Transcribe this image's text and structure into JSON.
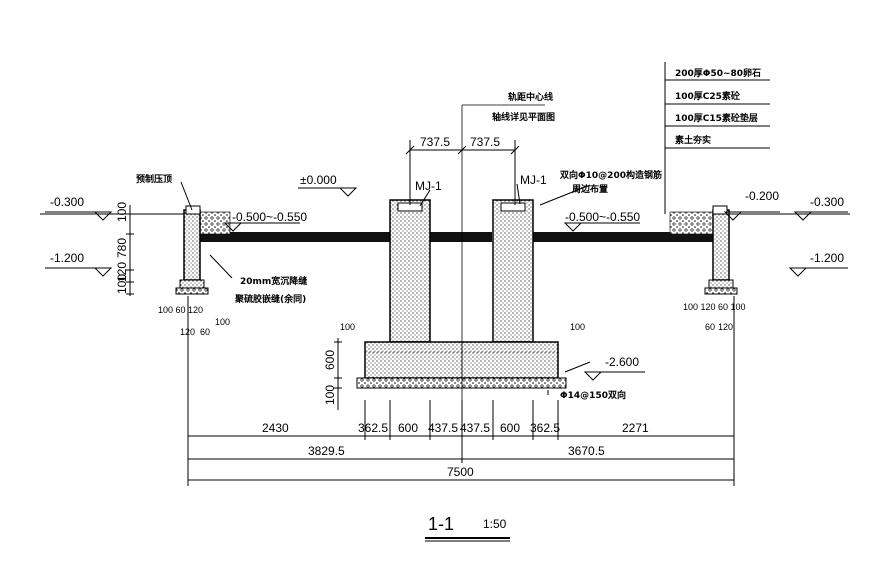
{
  "labels": {
    "track_center_line": "轨距中心线",
    "axis_see_plan": "轴线详见平面图",
    "precast_coping": "预制压顶",
    "elev_zero": "±0.000",
    "mj_left": "MJ-1",
    "mj_right": "MJ-1",
    "rebar_bidirectional": "双向Φ10@200构造钢筋",
    "rebar_around": "周边布置",
    "joint_20mm": "20mm宽沉降缝",
    "joint_seal": "聚硫胶嵌缝(余同)",
    "bottom_rebar": "Φ14@150双向",
    "slope_left": "-0.500~-0.550",
    "slope_right": "-0.500~-0.550"
  },
  "layers": [
    "200厚Φ50~80卵石",
    "100厚C25素砼",
    "100厚C15素砼垫层",
    "素土夯实"
  ],
  "elevations": {
    "left_top": "-0.300",
    "left_bottom": "-1.200",
    "right_top_inner": "-0.200",
    "right_top_outer": "-0.300",
    "right_bottom": "-1.200",
    "pit_bottom": "-2.600"
  },
  "dimensions": {
    "top_left": "737.5",
    "top_right": "737.5",
    "wall_100": "100",
    "wall_780": "780",
    "wall_120": "120",
    "wall_100b": "100",
    "pit_600": "600",
    "pit_100": "100",
    "pit_100_left": "100",
    "pit_100_right": "100",
    "left_foot": "100 60 120",
    "left_foot_b": "120",
    "left_foot_c": "60",
    "left_foot_d": "100",
    "right_foot": "100 120 60 100",
    "right_foot_b": "60",
    "right_foot_c": "120",
    "row1": [
      "2430",
      "362.5",
      "600",
      "437.5",
      "437.5",
      "600",
      "362.5",
      "2271"
    ],
    "row2": [
      "3829.5",
      "3670.5"
    ],
    "row3": "7500"
  },
  "title": {
    "name": "1-1",
    "scale": "1:50"
  }
}
